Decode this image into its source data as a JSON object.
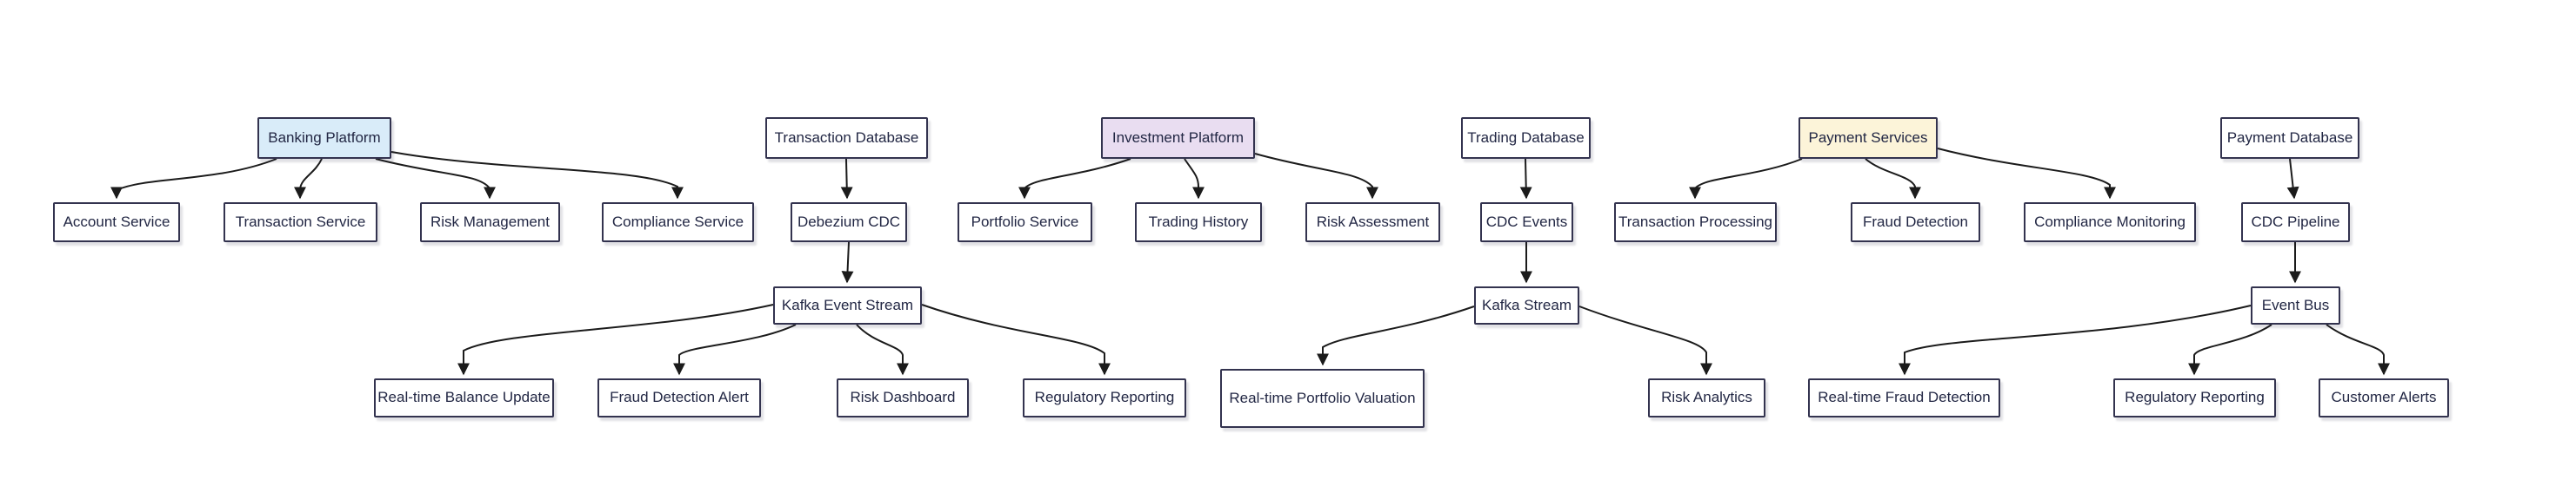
{
  "diagram": {
    "description": "Three CDC event-streaming flowcharts for banking, investment and payment platforms",
    "colors": {
      "background": "#ffffff",
      "node_fill_default": "#ffffff",
      "node_fill_banking": "#d9ecf9",
      "node_fill_investment": "#e9ddf1",
      "node_fill_payment": "#fcf4d9",
      "node_border": "#33334f",
      "node_text": "#222744",
      "edge_stroke": "#1b1b1b"
    },
    "nodes": {
      "banking_platform": {
        "label": "Banking Platform"
      },
      "transaction_database": {
        "label": "Transaction Database"
      },
      "account_service": {
        "label": "Account Service"
      },
      "transaction_service": {
        "label": "Transaction Service"
      },
      "risk_management": {
        "label": "Risk Management"
      },
      "compliance_service": {
        "label": "Compliance Service"
      },
      "debezium_cdc": {
        "label": "Debezium CDC"
      },
      "kafka_event_stream": {
        "label": "Kafka Event Stream"
      },
      "rt_balance_update": {
        "label": "Real-time Balance Update"
      },
      "fraud_detection_alert": {
        "label": "Fraud Detection Alert"
      },
      "risk_dashboard": {
        "label": "Risk Dashboard"
      },
      "regulatory_reporting_1": {
        "label": "Regulatory Reporting"
      },
      "investment_platform": {
        "label": "Investment Platform"
      },
      "trading_database": {
        "label": "Trading Database"
      },
      "portfolio_service": {
        "label": "Portfolio Service"
      },
      "trading_history": {
        "label": "Trading History"
      },
      "risk_assessment": {
        "label": "Risk Assessment"
      },
      "cdc_events": {
        "label": "CDC Events"
      },
      "kafka_stream": {
        "label": "Kafka Stream"
      },
      "rt_portfolio_valuation": {
        "label": "Real-time Portfolio Valuation"
      },
      "risk_analytics": {
        "label": "Risk Analytics"
      },
      "payment_services": {
        "label": "Payment Services"
      },
      "payment_database": {
        "label": "Payment Database"
      },
      "transaction_processing": {
        "label": "Transaction Processing"
      },
      "fraud_detection": {
        "label": "Fraud Detection"
      },
      "compliance_monitoring": {
        "label": "Compliance Monitoring"
      },
      "cdc_pipeline": {
        "label": "CDC Pipeline"
      },
      "event_bus": {
        "label": "Event Bus"
      },
      "rt_fraud_detection": {
        "label": "Real-time Fraud Detection"
      },
      "regulatory_reporting_3": {
        "label": "Regulatory Reporting"
      },
      "customer_alerts": {
        "label": "Customer Alerts"
      }
    },
    "edges": [
      {
        "from": "banking_platform",
        "to": "account_service"
      },
      {
        "from": "banking_platform",
        "to": "transaction_service"
      },
      {
        "from": "banking_platform",
        "to": "risk_management"
      },
      {
        "from": "banking_platform",
        "to": "compliance_service"
      },
      {
        "from": "transaction_database",
        "to": "debezium_cdc"
      },
      {
        "from": "debezium_cdc",
        "to": "kafka_event_stream"
      },
      {
        "from": "kafka_event_stream",
        "to": "rt_balance_update"
      },
      {
        "from": "kafka_event_stream",
        "to": "fraud_detection_alert"
      },
      {
        "from": "kafka_event_stream",
        "to": "risk_dashboard"
      },
      {
        "from": "kafka_event_stream",
        "to": "regulatory_reporting_1"
      },
      {
        "from": "investment_platform",
        "to": "portfolio_service"
      },
      {
        "from": "investment_platform",
        "to": "trading_history"
      },
      {
        "from": "investment_platform",
        "to": "risk_assessment"
      },
      {
        "from": "trading_database",
        "to": "cdc_events"
      },
      {
        "from": "cdc_events",
        "to": "kafka_stream"
      },
      {
        "from": "kafka_stream",
        "to": "rt_portfolio_valuation"
      },
      {
        "from": "kafka_stream",
        "to": "risk_analytics"
      },
      {
        "from": "payment_services",
        "to": "transaction_processing"
      },
      {
        "from": "payment_services",
        "to": "fraud_detection"
      },
      {
        "from": "payment_services",
        "to": "compliance_monitoring"
      },
      {
        "from": "payment_database",
        "to": "cdc_pipeline"
      },
      {
        "from": "cdc_pipeline",
        "to": "event_bus"
      },
      {
        "from": "event_bus",
        "to": "rt_fraud_detection"
      },
      {
        "from": "event_bus",
        "to": "regulatory_reporting_3"
      },
      {
        "from": "event_bus",
        "to": "customer_alerts"
      }
    ]
  }
}
